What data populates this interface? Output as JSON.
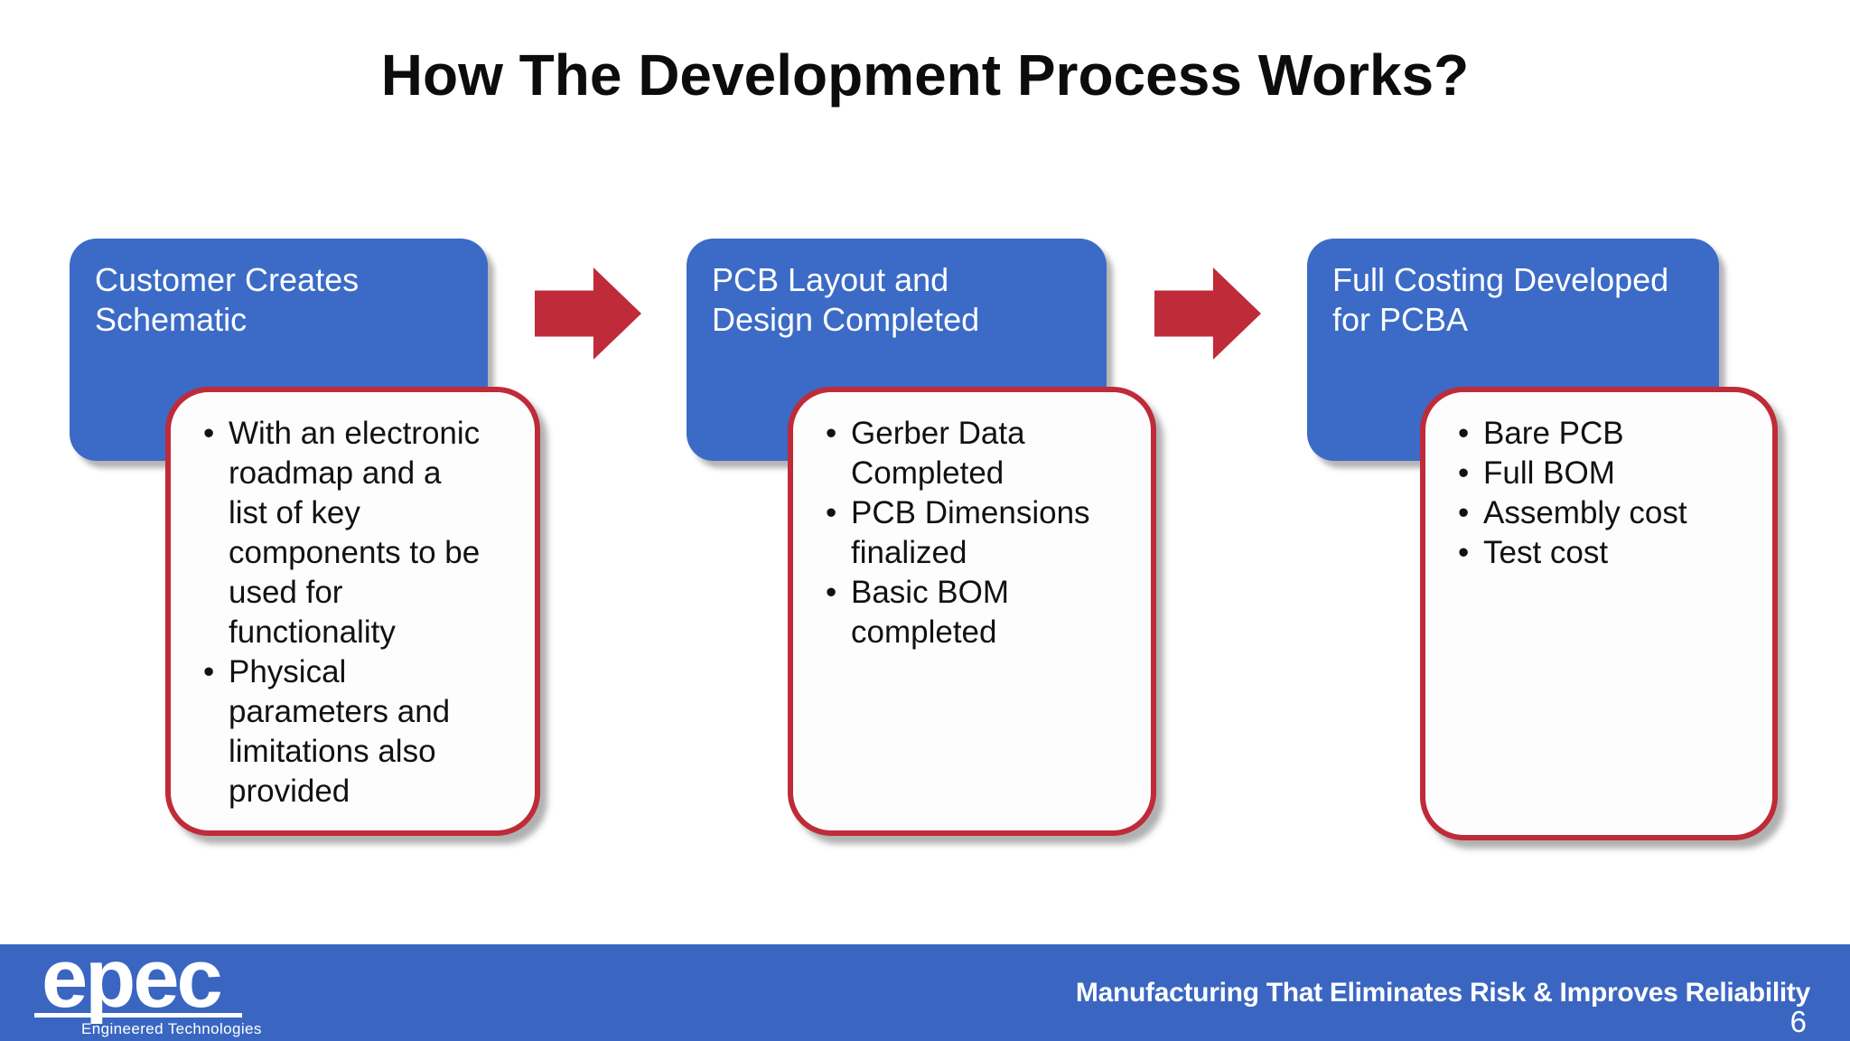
{
  "slide": {
    "title": "How The Development Process Works?",
    "columns": [
      {
        "header": "Customer Creates\nSchematic",
        "bullets": [
          "With an electronic\nroadmap and a\nlist of key\ncomponents to be\nused for\nfunctionality",
          "Physical\nparameters and\nlimitations also\nprovided"
        ]
      },
      {
        "header": "PCB Layout and\nDesign Completed",
        "bullets": [
          "Gerber Data\nCompleted",
          "PCB Dimensions\nfinalized",
          "Basic BOM\ncompleted"
        ]
      },
      {
        "header": "Full Costing Developed\nfor PCBA",
        "bullets": [
          "Bare PCB",
          "Full BOM",
          "Assembly cost",
          "Test cost"
        ]
      }
    ],
    "footer": {
      "logo_text": "epec",
      "logo_subtext": "Engineered Technologies",
      "tagline": "Manufacturing That Eliminates Risk & Improves Reliability",
      "page_number": "6"
    }
  },
  "colors": {
    "box_blue": "#3b6bc6",
    "footer_blue": "#3a66c2",
    "accent_red": "#bf2b38",
    "text_dark": "#111111"
  }
}
